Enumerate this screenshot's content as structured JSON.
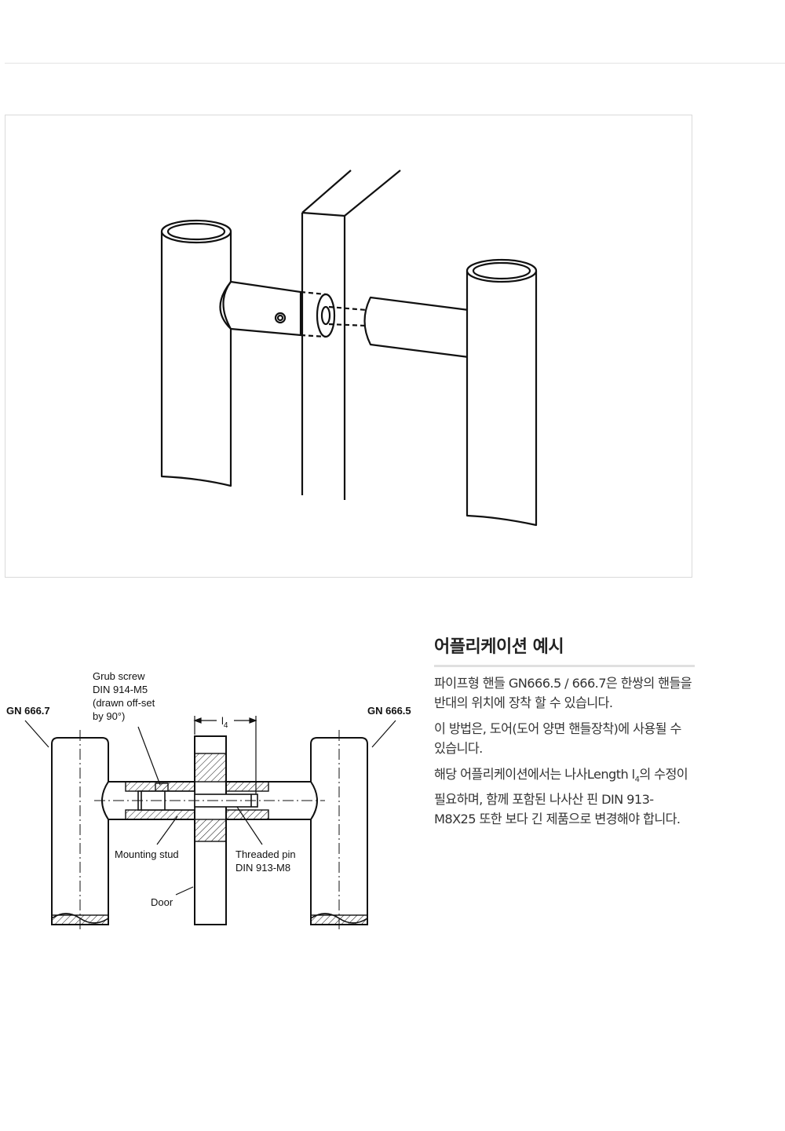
{
  "section": {
    "title": "어플리케이션 예시",
    "p1": "파이프형 핸들 GN666.5 / 666.7은 한쌍의 핸들을 반대의 위치에 장착 할 수 있습니다.",
    "p2": "이 방법은, 도어(도어 양면 핸들장착)에 사용될 수 있습니다.",
    "p3_a": "해당 어플리케이션에서는 나사Length l",
    "p3_sub": "4",
    "p3_b": "의 수정이 필요하며, 함께 포함된 나사산 핀 DIN 913-M8X25 또한 보다 긴 제품으로 변경해야 합니다."
  },
  "drawing": {
    "left_handle": "GN 666.7",
    "right_handle": "GN 666.5",
    "grub_screw": [
      "Grub screw",
      "DIN 914-M5",
      "(drawn off-set",
      "by 90°)"
    ],
    "length_label": "l",
    "length_sub": "4",
    "mounting_stud": "Mounting stud",
    "threaded_pin": [
      "Threaded pin",
      "DIN 913-M8"
    ],
    "door": "Door"
  },
  "colors": {
    "line": "#111111",
    "frame": "#dadada",
    "rule": "#e0e0e0"
  }
}
